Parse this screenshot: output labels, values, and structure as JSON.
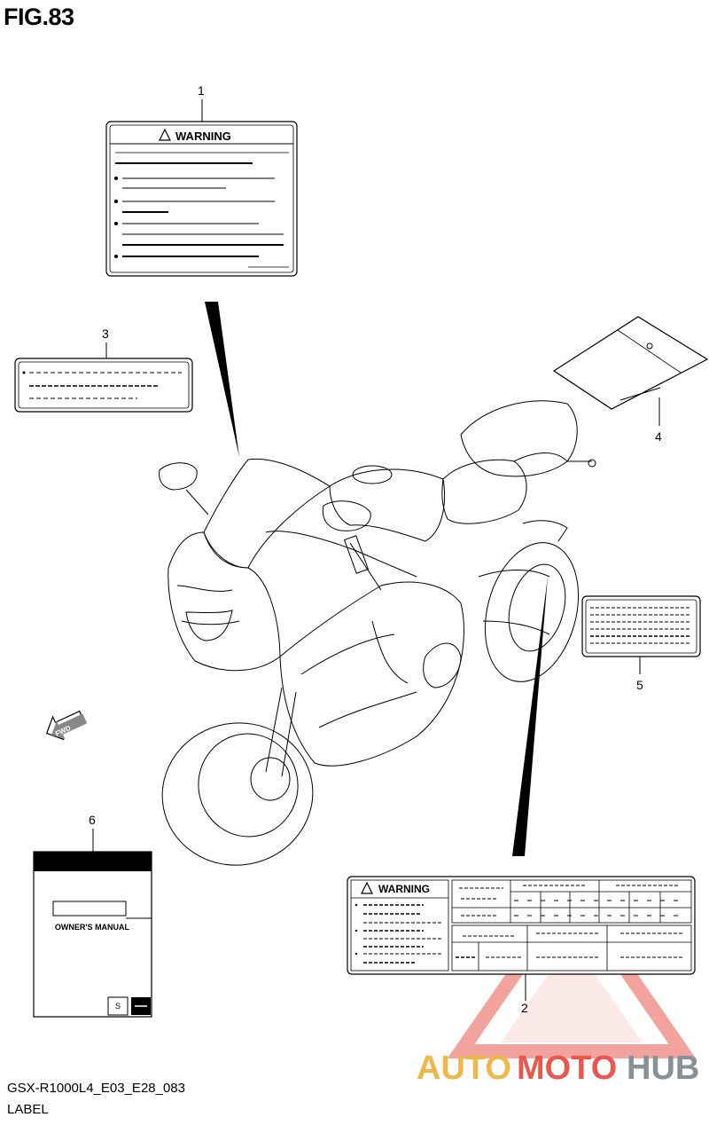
{
  "figure": {
    "title": "FIG.83",
    "code": "GSX-R1000L4_E03_E28_083",
    "caption": "LABEL"
  },
  "callouts": [
    "1",
    "2",
    "3",
    "4",
    "5",
    "6"
  ],
  "labels": {
    "warning_main": "WARNING",
    "warning_tire": "WARNING",
    "manual_title": "OWNER'S MANUAL",
    "fwd": "FWD"
  },
  "watermark": {
    "part1": "AUTO",
    "part2": "MOTO",
    "part3": "HUB",
    "colors": {
      "auto": "#f0b84a",
      "moto": "#e8584f",
      "hub": "#8a8f96"
    }
  }
}
